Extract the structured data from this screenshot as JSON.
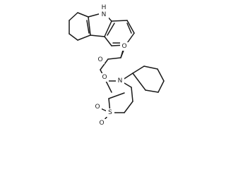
{
  "molecule": {
    "atom_labels": {
      "indole_nh": "H",
      "indole_n": "N",
      "ester_carbonyl_o": "O",
      "ester_o": "O",
      "amide_o": "O",
      "amide_n": "N",
      "sulfone_s": "S",
      "sulfone_o1": "O",
      "sulfone_o2": "O"
    }
  }
}
